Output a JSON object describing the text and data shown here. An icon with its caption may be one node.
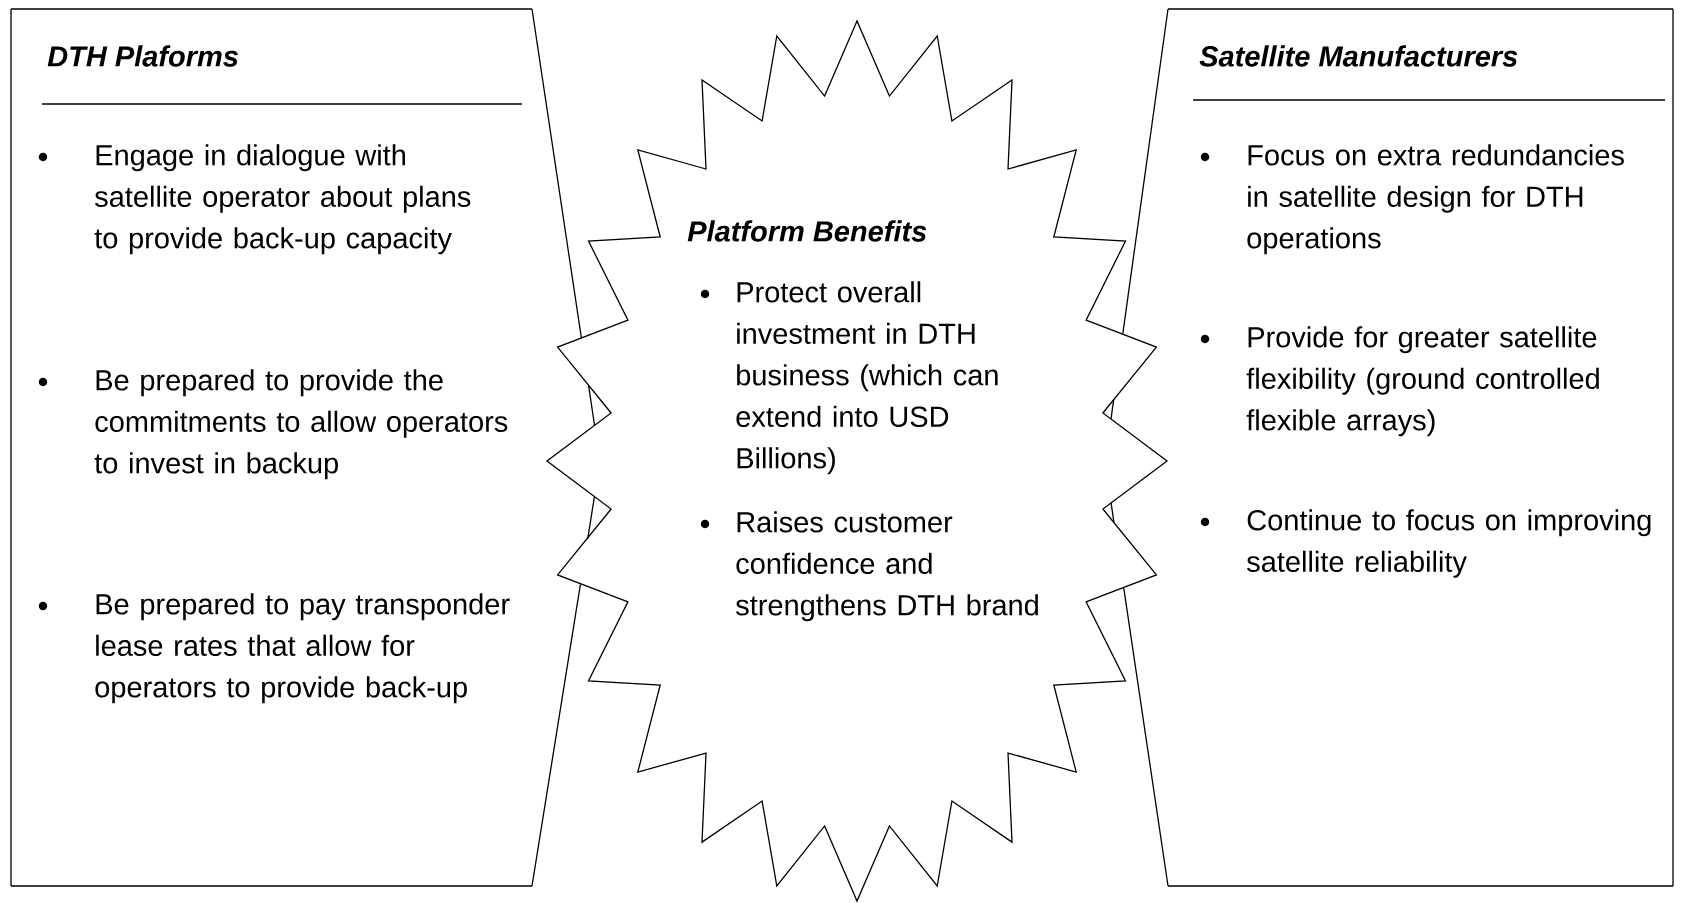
{
  "diagram": {
    "nodes": [
      {
        "text": [
          "DTH Plaforms",
          "Engage in dialogue with satellite operator about plans to provide back-up capacity",
          "Be prepared to provide the commitments to allow operators to invest in backup",
          "Be prepared to pay transponder lease rates that allow for operators to provide back-up"
        ]
      },
      {
        "text": [
          "Platform Benefits",
          "Protect overall investment in DTH business (which can extend into USD Billions)",
          "Raises customer confidence and strengthens DTH brand"
        ]
      },
      {
        "text": [
          "Satellite Manufacturers",
          "Focus on extra redundancies in satellite design for DTH operations",
          "Provide for greater satellite flexibility (ground controlled flexible arrays)",
          "Continue to focus on improving satellite reliability"
        ]
      }
    ]
  }
}
